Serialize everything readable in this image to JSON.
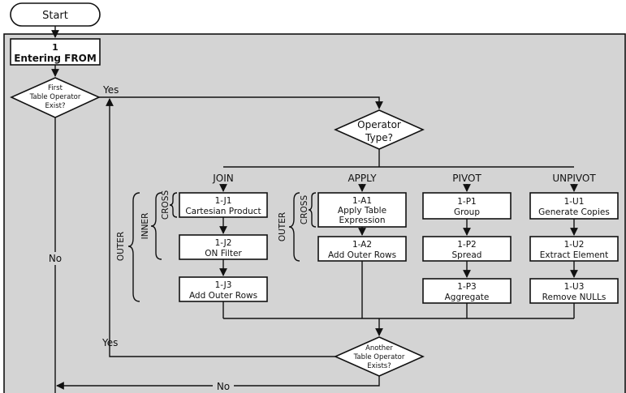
{
  "start": "Start",
  "entering": {
    "number": "1",
    "title": "Entering FROM"
  },
  "decision_first": {
    "line1": "First",
    "line2": "Table Operator",
    "line3": "Exist?"
  },
  "decision_type": {
    "line1": "Operator",
    "line2": "Type?"
  },
  "decision_another": {
    "line1": "Another",
    "line2": "Table Operator",
    "line3": "Exists?"
  },
  "yes_label": "Yes",
  "no_label": "No",
  "columns": {
    "join": "JOIN",
    "apply": "APPLY",
    "pivot": "PIVOT",
    "unpivot": "UNPIVOT"
  },
  "brackets": {
    "outer": "OUTER",
    "inner": "INNER",
    "cross": "CROSS"
  },
  "steps": {
    "j1": {
      "id": "1-J1",
      "label": "Cartesian Product"
    },
    "j2": {
      "id": "1-J2",
      "label": "ON Filter"
    },
    "j3": {
      "id": "1-J3",
      "label": "Add Outer Rows"
    },
    "a1": {
      "id": "1-A1",
      "label": "Apply Table",
      "label2": "Expression"
    },
    "a2": {
      "id": "1-A2",
      "label": "Add Outer Rows"
    },
    "p1": {
      "id": "1-P1",
      "label": "Group"
    },
    "p2": {
      "id": "1-P2",
      "label": "Spread"
    },
    "p3": {
      "id": "1-P3",
      "label": "Aggregate"
    },
    "u1": {
      "id": "1-U1",
      "label": "Generate Copies"
    },
    "u2": {
      "id": "1-U2",
      "label": "Extract Element"
    },
    "u3": {
      "id": "1-U3",
      "label": "Remove NULLs"
    }
  }
}
